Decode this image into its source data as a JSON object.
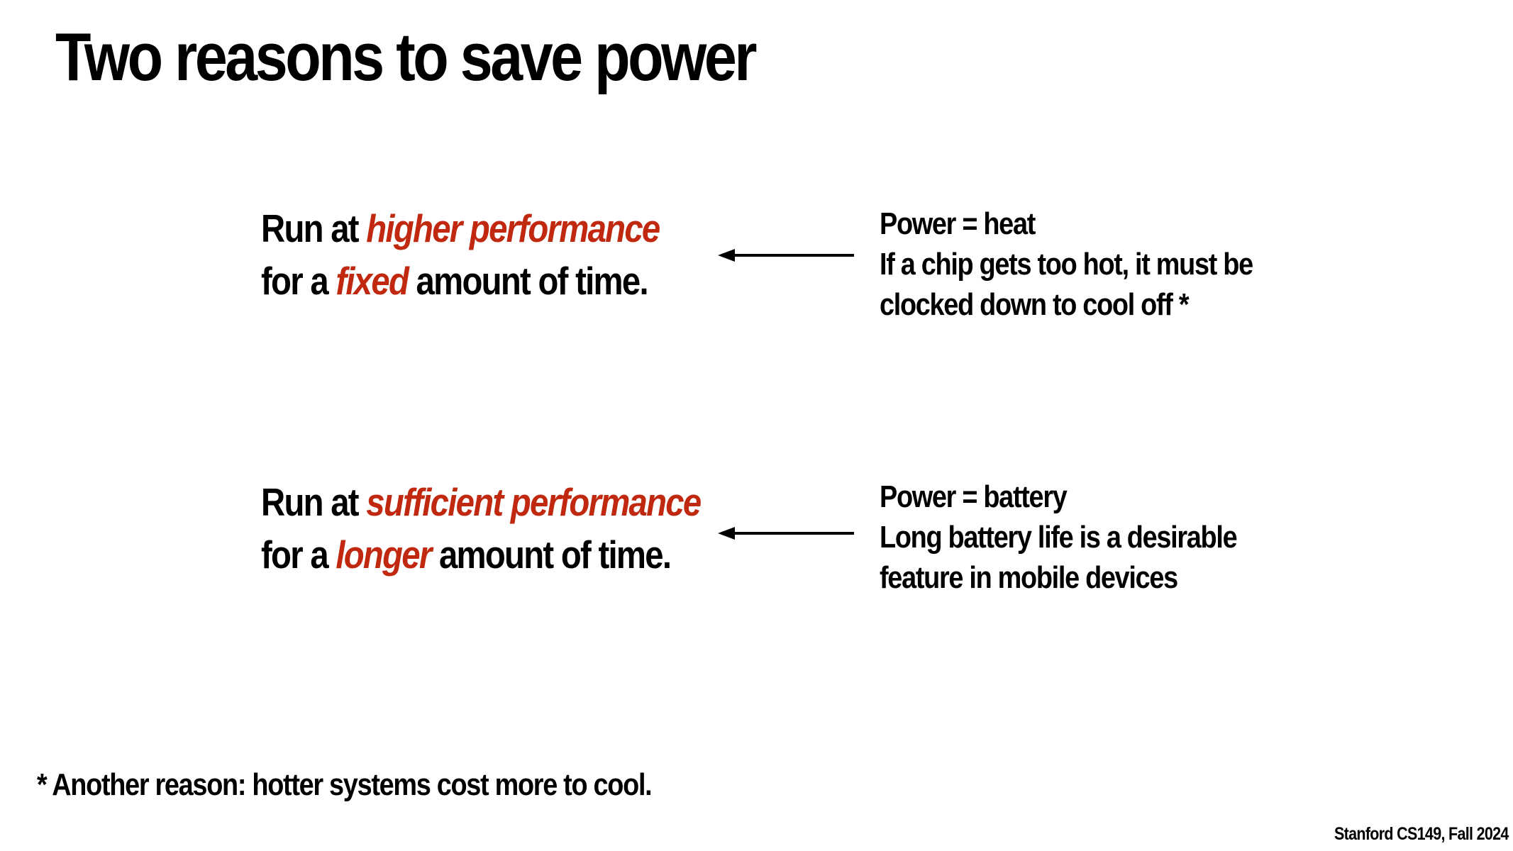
{
  "slide": {
    "title": "Two reasons to save power",
    "footnote": "* Another reason: hotter systems cost more to cool.",
    "course": "Stanford CS149, Fall 2024",
    "accent_color": "#c0280f"
  },
  "reasons": [
    {
      "line1_prefix": "Run at ",
      "line1_emphasis": "higher performance",
      "line2_prefix": "for a ",
      "line2_emphasis": "fixed",
      "line2_suffix": " amount of time.",
      "note_lines": [
        "Power = heat",
        "If a chip gets too hot, it must be",
        "clocked down to cool off *"
      ]
    },
    {
      "line1_prefix": "Run at ",
      "line1_emphasis": "sufficient performance",
      "line2_prefix": "for a ",
      "line2_emphasis": "longer",
      "line2_suffix": " amount of time.",
      "note_lines": [
        "Power = battery",
        "Long battery life is a desirable",
        "feature in mobile devices"
      ]
    }
  ],
  "icons": {
    "arrow": "left-arrow-icon"
  }
}
